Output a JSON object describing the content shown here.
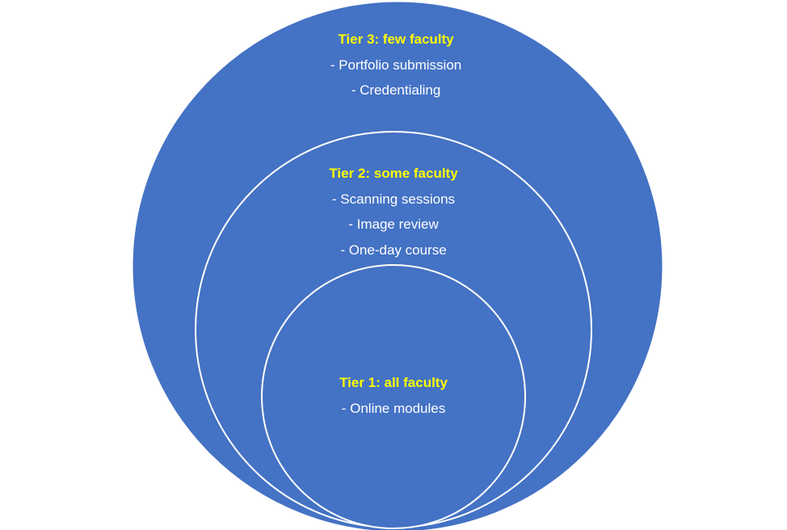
{
  "colors": {
    "fill": "#4472C4",
    "stroke": "#ffffff",
    "tier_heading": "#FFFF00",
    "text": "#ffffff"
  },
  "tiers": [
    {
      "heading": "Tier 3: few faculty",
      "items": [
        "- Portfolio submission",
        "- Credentialing"
      ]
    },
    {
      "heading": "Tier 2: some faculty",
      "items": [
        "- Scanning sessions",
        "- Image review",
        "- One-day course"
      ]
    },
    {
      "heading": "Tier 1: all faculty",
      "items": [
        "- Online modules"
      ]
    }
  ]
}
